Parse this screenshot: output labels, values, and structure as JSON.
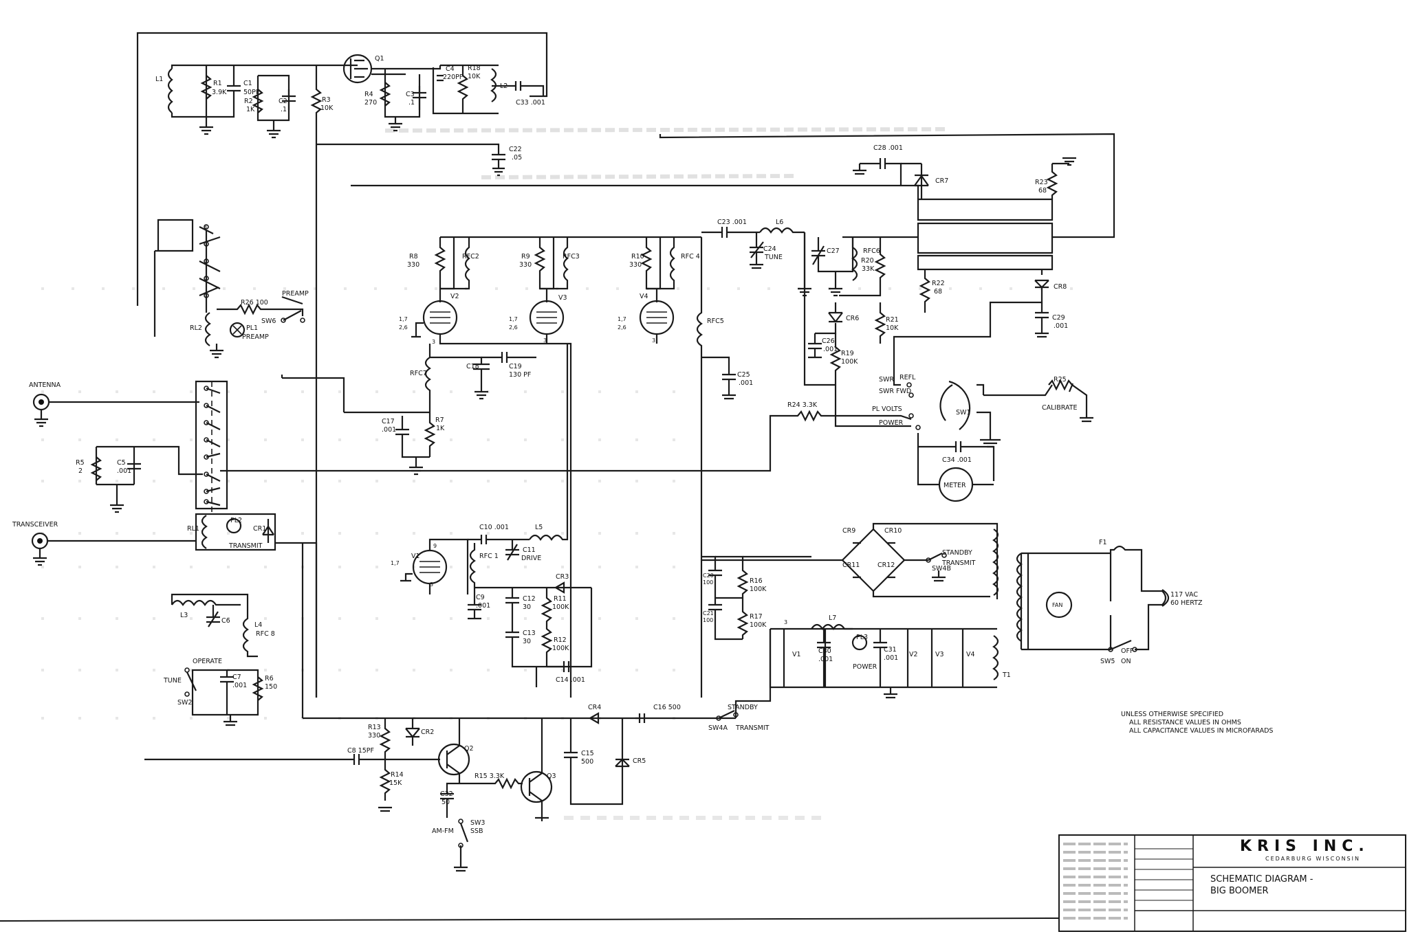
{
  "title_block": {
    "company": "KRIS INC.",
    "location": "CEDARBURG WISCONSIN",
    "drawing_title_line1": "SCHEMATIC DIAGRAM -",
    "drawing_title_line2": "BIG BOOMER"
  },
  "notes": {
    "line1": "UNLESS OTHERWISE SPECIFIED",
    "line2": "ALL RESISTANCE VALUES IN OHMS",
    "line3": "ALL CAPACITANCE VALUES IN MICROFARADS"
  },
  "connectors": {
    "antenna": "ANTENNA",
    "transceiver": "TRANSCEIVER",
    "ac_input_1": "117 VAC",
    "ac_input_2": "60 HERTZ"
  },
  "components": {
    "L1": "L1",
    "R1": "R1",
    "R1v": "3.9K",
    "C1": "C1",
    "C1v": "50PF",
    "R2": "R2",
    "R2v": "1K",
    "C2": "C2",
    "C2v": ".1",
    "R3": "R3",
    "R3v": "10K",
    "Q1": "Q1",
    "R4": "R4",
    "R4v": "270",
    "C3": "C3",
    "C3v": ".1",
    "C4": "C4",
    "C4v": "220PF",
    "R18": "R18",
    "R18v": "10K",
    "L2": "L2",
    "C33": "C33 .001",
    "C22": "C22",
    "C22v": ".05",
    "R8": "R8",
    "R8v": "330",
    "RFC2": "RFC2",
    "R9": "R9",
    "R9v": "330",
    "RFC3": "RFC3",
    "R10": "R10",
    "R10v": "330",
    "RFC4": "RFC 4",
    "C23": "C23 .001",
    "L6": "L6",
    "C24": "C24",
    "C24v": "TUNE",
    "C27": "C27",
    "RFC6": "RFC6",
    "R20": "R20",
    "R20v": "33K",
    "C28": "C28 .001",
    "CR7": "CR7",
    "R23": "R23",
    "R23v": "68",
    "R22": "R22",
    "R22v": "68",
    "CR8": "CR8",
    "C29": "C29",
    "C29v": ".001",
    "V2": "V2",
    "V3": "V3",
    "V4": "V4",
    "RFC5": "RFC5",
    "CR6": "CR6",
    "R21": "R21",
    "R21v": "10K",
    "C26": "C26",
    "C26v": ".001",
    "R19": "R19",
    "R19v": "100K",
    "RFC7": "RFC7",
    "C18": "C18",
    "C19": "C19",
    "C19v": "130 PF",
    "C25": "C25",
    "C25v": ".001",
    "C17": "C17",
    "C17v": ".001",
    "R7": "R7",
    "R7v": "1K",
    "R24": "R24 3.3K",
    "R5": "R5",
    "R5v": "2",
    "C5": "C5",
    "C5v": ".001",
    "RL1": "RL1",
    "RL2": "RL2",
    "PL1": "PL1",
    "PL1t": "PREAMP",
    "PL2": "PL2",
    "PL2t": "TRANSMIT",
    "CR1": "CR1",
    "R26": "R26 100",
    "SW6": "SW6",
    "SW6t": "PREAMP",
    "V1": "V1",
    "C10": "C10 .001",
    "L5": "L5",
    "RFC1": "RFC 1",
    "C11": "C11",
    "C11v": "DRIVE",
    "CR3": "CR3",
    "C9": "C9",
    "C9v": ".001",
    "C12": "C12",
    "C12v": "30",
    "R11": "R11",
    "R11v": "100K",
    "C13": "C13",
    "C13v": "30",
    "R12": "R12",
    "R12v": "100K",
    "C14": "C14 .001",
    "L3": "L3",
    "C6": "C6",
    "L4": "L4",
    "RFC8": "RFC 8",
    "C7": "C7",
    "C7v": ".001",
    "R6": "R6",
    "R6v": "150",
    "SW2": "SW2",
    "SW2a": "OPERATE",
    "SW2b": "TUNE",
    "C20": "C20",
    "C20v": "100",
    "C21": "C21",
    "C21v": "100",
    "R16": "R16",
    "R16v": "100K",
    "R17": "R17",
    "R17v": "100K",
    "CR9": "CR9",
    "CR10": "CR10",
    "CR11": "CR11",
    "CR12": "CR12",
    "SW4B": "SW4B",
    "standby": "STANDBY",
    "transmit": "TRANSMIT",
    "L7": "L7",
    "C30": "C30",
    "C30v": ".001",
    "PL3": "PL3",
    "PL3t": "POWER",
    "C31": "C31",
    "C31v": ".001",
    "T1": "T1",
    "F1": "F1",
    "FAN": "FAN",
    "SW5": "SW5",
    "OFF": "OFF",
    "ON": "ON",
    "SW1": "SW1",
    "SWR": "SWR",
    "REFL": "REFL",
    "SWRFWD": "SWR FWD",
    "PLVOLTS": "PL VOLTS",
    "POWER": "POWER",
    "R25": "R25",
    "CALIBRATE": "CALIBRATE",
    "C34": "C34 .001",
    "METER": "METER",
    "C16": "C16 500",
    "CR4": "CR4",
    "C15": "C15",
    "C15v": "500",
    "CR5": "CR5",
    "SW4A": "SW4A",
    "R13": "R13",
    "R13v": "330",
    "CR2": "CR2",
    "C8": "C8 15PF",
    "Q2": "Q2",
    "R14": "R14",
    "R14v": "15K",
    "R15": "R15 3.3K",
    "Q3": "Q3",
    "C32": "C32",
    "C32v": "50",
    "SW3": "SW3",
    "SW3a": "AM-FM",
    "SW3b": "SSB",
    "tube_pins": "1,7",
    "tube_pins2": "2,6",
    "pin3": "3",
    "pin9": "9"
  }
}
